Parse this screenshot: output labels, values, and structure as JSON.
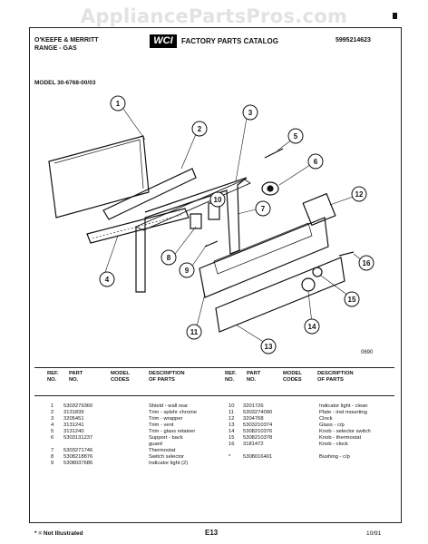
{
  "watermark": "AppliancePartsPros.com",
  "header": {
    "brand": "O'KEEFE & MERRITT",
    "subtitle": "RANGE - GAS",
    "logo": "WCI",
    "catalog_title": "FACTORY PARTS CATALOG",
    "catalog_number": "5995214623",
    "model": "MODEL 30-6768-00/03"
  },
  "diagram": {
    "callouts": [
      "1",
      "2",
      "3",
      "5",
      "6",
      "7",
      "8",
      "9",
      "10",
      "11",
      "12",
      "13",
      "14",
      "15",
      "16"
    ],
    "figure_code": "0690"
  },
  "columns": {
    "ref_no": "REF.\nNO.",
    "part_no": "PART\nNO.",
    "model_codes": "MODEL\nCODES",
    "description": "DESCRIPTION\nOF PARTS"
  },
  "parts_left": [
    {
      "ref": "1",
      "part": "5303279360",
      "desc": "Shield - wall rear"
    },
    {
      "ref": "2",
      "part": "3131839",
      "desc": "Trim - splshr chrome"
    },
    {
      "ref": "3",
      "part": "3205451",
      "desc": "Trim - wrapper"
    },
    {
      "ref": "4",
      "part": "3131241",
      "desc": "Trim - vent"
    },
    {
      "ref": "5",
      "part": "3131240",
      "desc": "Trim - glass retainer"
    },
    {
      "ref": "6",
      "part": "5303131237",
      "desc": "Support - back"
    },
    {
      "ref": "",
      "part": "",
      "desc": "guard"
    },
    {
      "ref": "7",
      "part": "5303271746",
      "desc": "Thermostat"
    },
    {
      "ref": "8",
      "part": "5308218876",
      "desc": "Switch selector"
    },
    {
      "ref": "9",
      "part": "5308037686",
      "desc": "Indicator light (2)"
    }
  ],
  "parts_right": [
    {
      "ref": "10",
      "part": "3201726",
      "desc": "Indicator light - clean"
    },
    {
      "ref": "11",
      "part": "5303274090",
      "desc": "Plate - inst mounting"
    },
    {
      "ref": "12",
      "part": "3204768",
      "desc": "Clock"
    },
    {
      "ref": "13",
      "part": "5303210374",
      "desc": "Glass - c/p"
    },
    {
      "ref": "14",
      "part": "5308210376",
      "desc": "Knob - selector switch"
    },
    {
      "ref": "15",
      "part": "5308210378",
      "desc": "Knob - thermostat"
    },
    {
      "ref": "16",
      "part": "3181472",
      "desc": "Knob - clock"
    },
    {
      "ref": "",
      "part": "",
      "desc": ""
    },
    {
      "ref": "*",
      "part": "5308016401",
      "desc": "Bushing - c/p"
    }
  ],
  "footer": {
    "note": "* = Not Illustrated",
    "page": "E13",
    "date": "10/91"
  }
}
